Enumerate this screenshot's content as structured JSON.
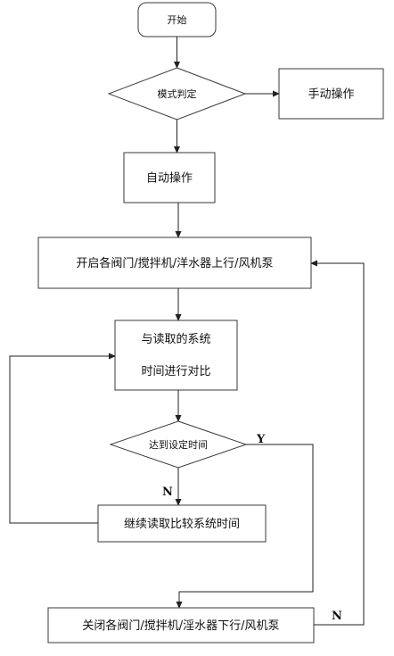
{
  "nodes": {
    "start": "开始",
    "mode_check": "模式判定",
    "manual_op": "手动操作",
    "auto_op": "自动操作",
    "open_all": "开启各阀门/搅拌机/洋水器上行/风机泵",
    "compare_line1": "与读取的系统",
    "compare_line2": "时间进行对比",
    "reach_time": "达到设定时间",
    "continue_read": "继续读取比较系统时间",
    "close_all": "关闭各阀门/搅拌机/淫水器下行/风机泵"
  },
  "edge_labels": {
    "yes": "Y",
    "no_left": "N",
    "no_right": "N"
  }
}
